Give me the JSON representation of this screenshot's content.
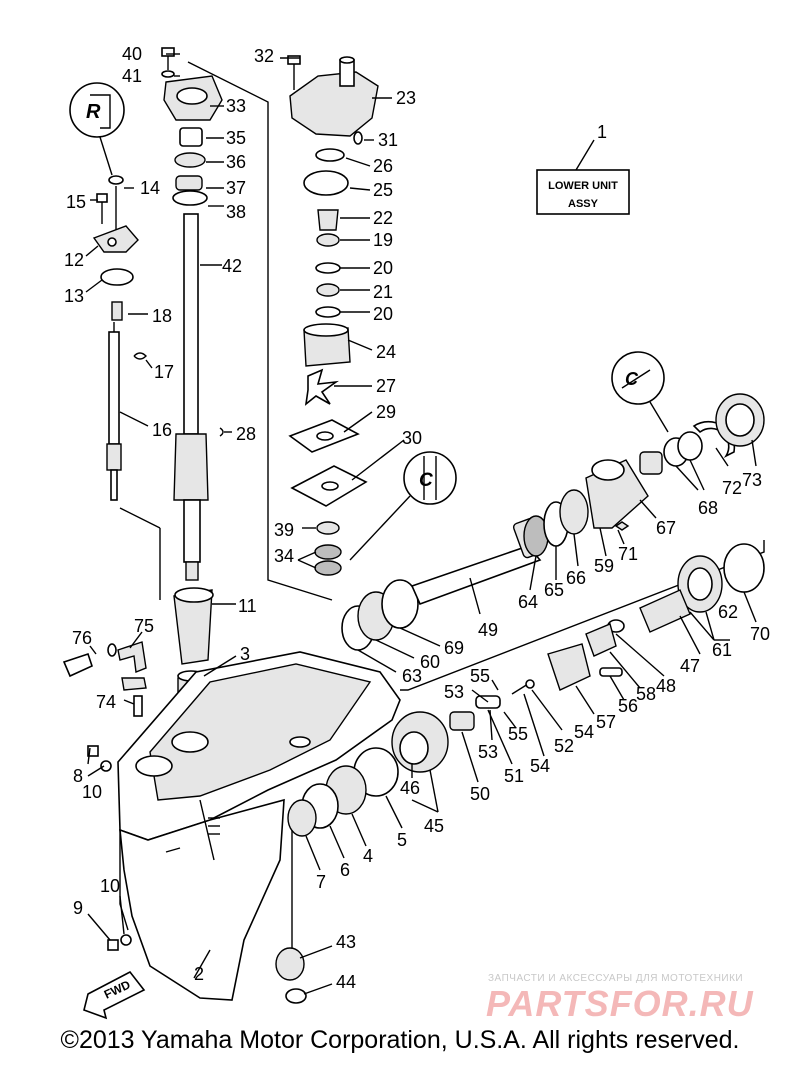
{
  "title_box": {
    "line1": "LOWER UNIT",
    "line2": "ASSY",
    "callout": "1"
  },
  "fwd_label": "FWD",
  "callouts": [
    "2",
    "3",
    "4",
    "5",
    "6",
    "7",
    "8",
    "9",
    "10",
    "10",
    "11",
    "12",
    "13",
    "14",
    "15",
    "16",
    "17",
    "18",
    "19",
    "20",
    "20",
    "21",
    "22",
    "23",
    "24",
    "25",
    "26",
    "27",
    "28",
    "29",
    "30",
    "31",
    "32",
    "33",
    "34",
    "35",
    "36",
    "37",
    "38",
    "39",
    "40",
    "41",
    "42",
    "43",
    "44",
    "45",
    "46",
    "47",
    "48",
    "49",
    "50",
    "51",
    "52",
    "53",
    "53",
    "54",
    "54",
    "55",
    "55",
    "56",
    "57",
    "58",
    "59",
    "60",
    "61",
    "62",
    "63",
    "64",
    "65",
    "66",
    "67",
    "68",
    "69",
    "70",
    "71",
    "72",
    "73",
    "74",
    "75",
    "76"
  ],
  "copyright": "©2013 Yamaha Motor Corporation, U.S.A. All rights reserved.",
  "watermark": {
    "tagline": "ЗАПЧАСТИ И АКСЕССУАРЫ ДЛЯ МОТОТЕХНИКИ",
    "brand": "PARTSFOR.RU"
  }
}
